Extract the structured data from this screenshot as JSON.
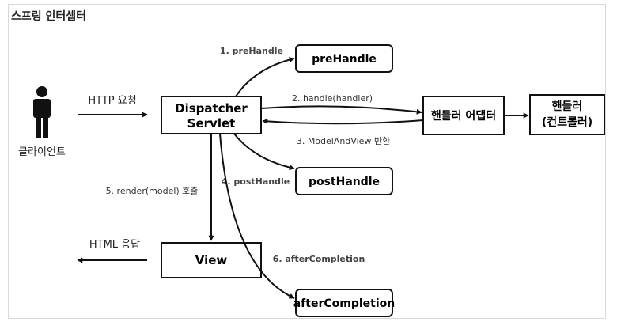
{
  "title": "스프링 인터셉터",
  "client": {
    "label": "클라이언트"
  },
  "request_label": "HTTP 요청",
  "response_label": "HTML 응답",
  "boxes": {
    "dispatcher_line1": "Dispatcher",
    "dispatcher_line2": "Servlet",
    "prehandle": "preHandle",
    "handler_adapter": "핸들러 어댑터",
    "handler_line1": "핸들러",
    "handler_line2": "(컨트롤러)",
    "posthandle": "postHandle",
    "view": "View",
    "aftercompletion": "afterCompletion"
  },
  "edges": {
    "prehandle": "1. preHandle",
    "handle": "2. handle(handler)",
    "model_and_view": "3. ModelAndView 반환",
    "posthandle": "4. postHandle",
    "render": "5. render(model) 호출",
    "aftercompletion": "6. afterCompletion"
  }
}
